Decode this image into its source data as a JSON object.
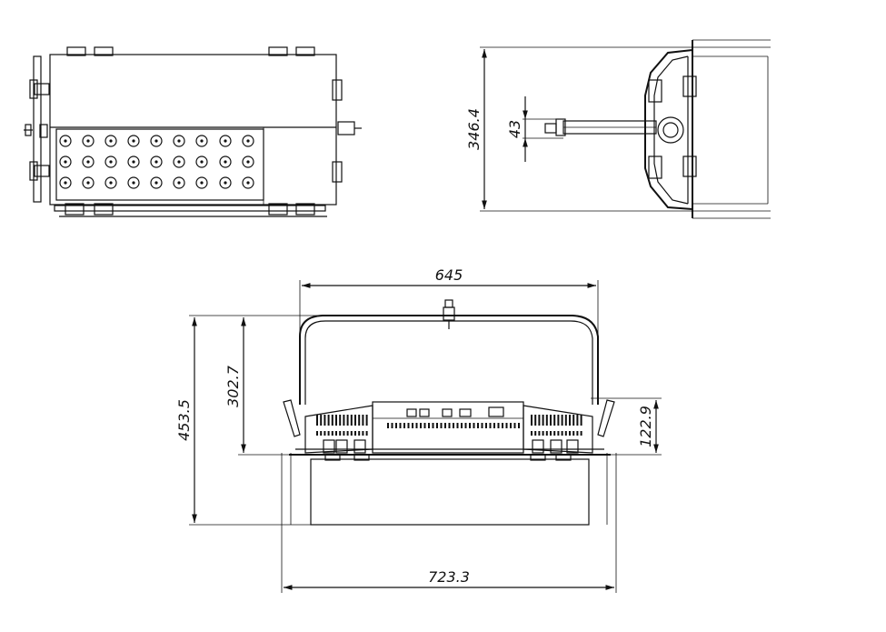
{
  "colors": {
    "line": "#111111",
    "background": "#ffffff"
  },
  "dimensions": {
    "front_height": "346.4",
    "arm_offset": "43",
    "bracket_width": "645",
    "total_height": "453.5",
    "bracket_height": "302.7",
    "body_height": "122.9",
    "total_width": "723.3"
  }
}
